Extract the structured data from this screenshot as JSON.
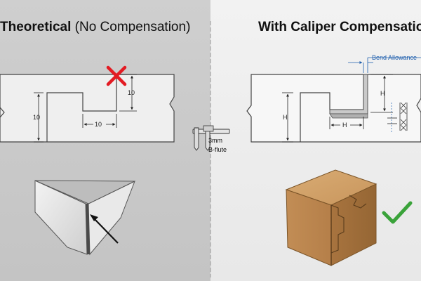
{
  "left_panel": {
    "title_bold": "Theoretical",
    "title_normal": "(No Compensation)",
    "dims": {
      "depth": "10",
      "width": "10",
      "height": "10"
    }
  },
  "right_panel": {
    "title": "With Caliper Compensation",
    "bend_allowance_label": "Bend Allowance",
    "dims": {
      "depth": "H",
      "width": "H",
      "height": "H"
    }
  },
  "caliper": {
    "thickness": "3mm",
    "flute": "B-flute"
  },
  "colors": {
    "cross": "#e31b23",
    "check": "#3aa33a",
    "dimension_blue": "#1f5fae",
    "cardboard": "#c8955c"
  }
}
